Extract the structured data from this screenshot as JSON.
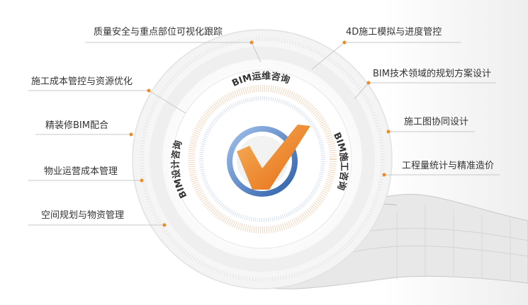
{
  "services": {
    "operation": "BIM运维咨询",
    "design": "BIM设计咨询",
    "construction": "BIM施工咨询"
  },
  "left_items": [
    "质量安全与重点部位可视化跟踪",
    "施工成本管控与资源优化",
    "精装修BIM配合",
    "物业运营成本管理",
    "空间规划与物资管理"
  ],
  "right_items": [
    "4D施工模拟与进度管控",
    "BIM技术领域的规划方案设计",
    "施工图协同设计",
    "工程量统计与精准造价"
  ],
  "colors": {
    "accent": "#f08a24",
    "blue": "#3c6fb5",
    "line": "#cfcfcf",
    "text": "#333333"
  },
  "icons": {
    "center": "checkmark-icon",
    "hand": "wireframe-hand-icon"
  }
}
